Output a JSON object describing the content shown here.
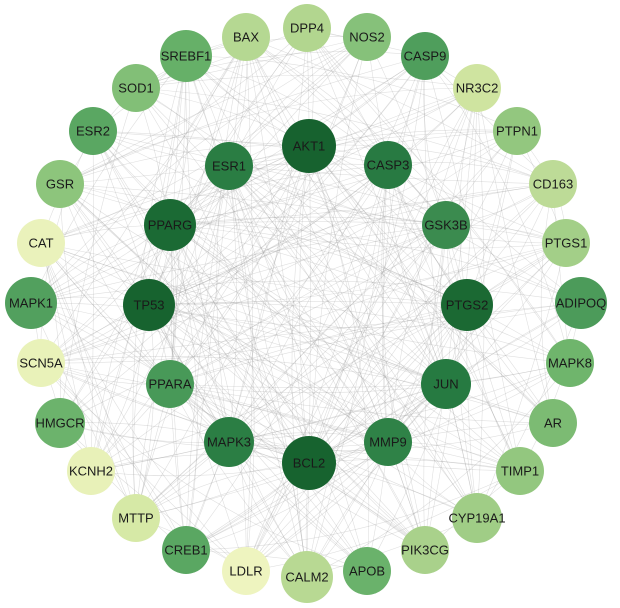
{
  "network": {
    "nodes": [
      {
        "id": "AKT1",
        "color": "#17622f"
      },
      {
        "id": "ESR1",
        "color": "#2a7d43"
      },
      {
        "id": "CASP3",
        "color": "#287a42"
      },
      {
        "id": "PPARG",
        "color": "#1b6a34"
      },
      {
        "id": "GSK3B",
        "color": "#3b8b4f"
      },
      {
        "id": "TP53",
        "color": "#17632f"
      },
      {
        "id": "PTGS2",
        "color": "#1b6933"
      },
      {
        "id": "PPARA",
        "color": "#489958"
      },
      {
        "id": "JUN",
        "color": "#267a41"
      },
      {
        "id": "MAPK3",
        "color": "#2b7e44"
      },
      {
        "id": "MMP9",
        "color": "#2f8247"
      },
      {
        "id": "BCL2",
        "color": "#17632f"
      },
      {
        "id": "DPP4",
        "color": "#b2d68f"
      },
      {
        "id": "NOS2",
        "color": "#86c17a"
      },
      {
        "id": "CASP9",
        "color": "#4f9e5c"
      },
      {
        "id": "NR3C2",
        "color": "#cfe4a0"
      },
      {
        "id": "PTPN1",
        "color": "#93c77f"
      },
      {
        "id": "CD163",
        "color": "#bddb97"
      },
      {
        "id": "PTGS1",
        "color": "#a3cf88"
      },
      {
        "id": "ADIPOQ",
        "color": "#4c9b5a"
      },
      {
        "id": "MAPK8",
        "color": "#6fb56c"
      },
      {
        "id": "AR",
        "color": "#7cbb73"
      },
      {
        "id": "TIMP1",
        "color": "#93c77f"
      },
      {
        "id": "CYP19A1",
        "color": "#a0cd86"
      },
      {
        "id": "PIK3CG",
        "color": "#a9d18b"
      },
      {
        "id": "APOB",
        "color": "#6ab26b"
      },
      {
        "id": "CALM2",
        "color": "#b8d993"
      },
      {
        "id": "LDLR",
        "color": "#eef4bf"
      },
      {
        "id": "CREB1",
        "color": "#5aa762"
      },
      {
        "id": "MTTP",
        "color": "#d6e9a6"
      },
      {
        "id": "KCNH2",
        "color": "#e8f1b8"
      },
      {
        "id": "HMGCR",
        "color": "#6cb36c"
      },
      {
        "id": "SCN5A",
        "color": "#e9f2b9"
      },
      {
        "id": "MAPK1",
        "color": "#52a05e"
      },
      {
        "id": "CAT",
        "color": "#eaf2bb"
      },
      {
        "id": "GSR",
        "color": "#8dc57c"
      },
      {
        "id": "ESR2",
        "color": "#5aa762"
      },
      {
        "id": "SOD1",
        "color": "#82bf77"
      },
      {
        "id": "SREBF1",
        "color": "#66b068"
      },
      {
        "id": "BAX",
        "color": "#b5d892"
      }
    ],
    "edge_color": "#9a9a9a"
  }
}
